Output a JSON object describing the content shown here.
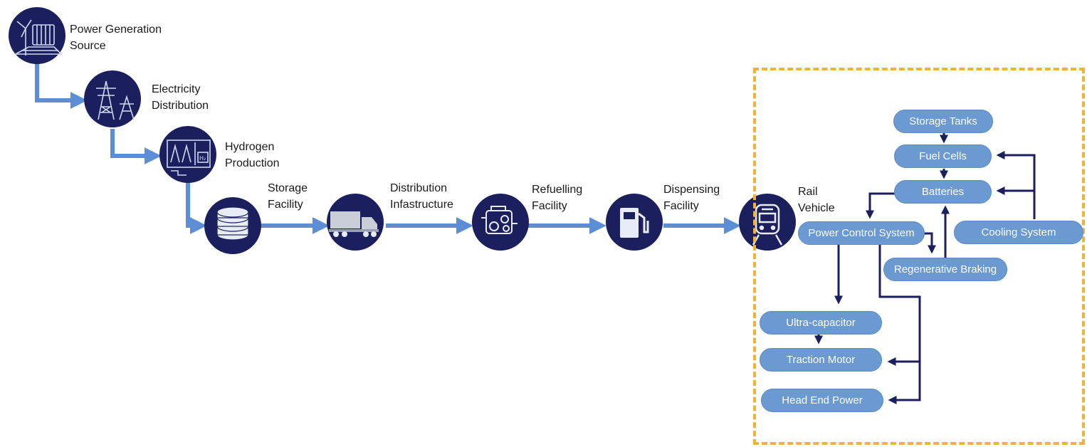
{
  "stages": [
    {
      "id": "power-generation",
      "label_lines": [
        "Power Generation",
        "Source"
      ],
      "icon": "wind-solar-dam-icon"
    },
    {
      "id": "electricity-distribution",
      "label_lines": [
        "Electricity",
        "Distribution"
      ],
      "icon": "transmission-tower-icon"
    },
    {
      "id": "hydrogen-production",
      "label_lines": [
        "Hydrogen",
        "Production"
      ],
      "icon": "hydrogen-plant-icon"
    },
    {
      "id": "storage-facility",
      "label_lines": [
        "Storage",
        "Facility"
      ],
      "icon": "storage-tanks-icon"
    },
    {
      "id": "distribution-infrastructure",
      "label_lines": [
        "Distribution",
        "Infastructure"
      ],
      "icon": "truck-icon"
    },
    {
      "id": "refuelling-facility",
      "label_lines": [
        "Refuelling",
        "Facility"
      ],
      "icon": "engine-icon"
    },
    {
      "id": "dispensing-facility",
      "label_lines": [
        "Dispensing",
        "Facility"
      ],
      "icon": "fuel-pump-icon"
    },
    {
      "id": "rail-vehicle",
      "label_lines": [
        "Rail",
        "Vehicle"
      ],
      "icon": "train-icon"
    }
  ],
  "components": {
    "storage_tanks": "Storage Tanks",
    "fuel_cells": "Fuel Cells",
    "batteries": "Batteries",
    "power_control": "Power Control System",
    "cooling": "Cooling System",
    "regen_braking": "Regenerative Braking",
    "ultra_capacitor": "Ultra-capacitor",
    "traction_motor": "Traction Motor",
    "head_end_power": "Head End Power"
  },
  "colors": {
    "circle": "#1b1f5e",
    "flow_arrow": "#5b8ed4",
    "pill": "#6b9ad3",
    "inner_arrow": "#1b1f5e",
    "boundary": "#f0b23a"
  }
}
